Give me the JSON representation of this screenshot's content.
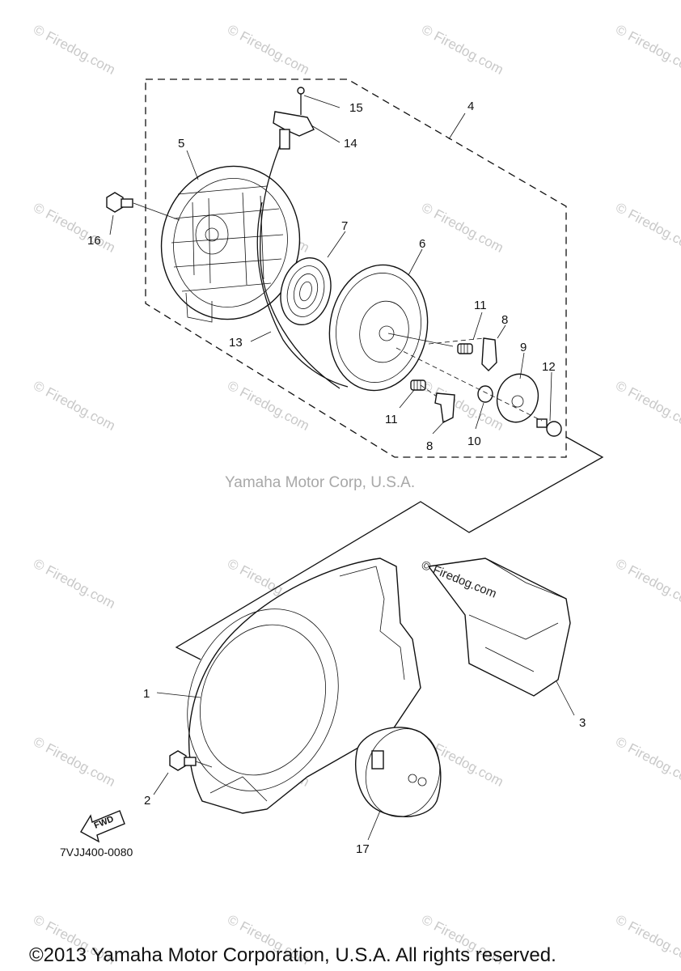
{
  "callouts": [
    {
      "id": "1",
      "label": "1"
    },
    {
      "id": "2",
      "label": "2"
    },
    {
      "id": "3",
      "label": "3"
    },
    {
      "id": "4",
      "label": "4"
    },
    {
      "id": "5",
      "label": "5"
    },
    {
      "id": "6",
      "label": "6"
    },
    {
      "id": "7",
      "label": "7"
    },
    {
      "id": "8a",
      "label": "8"
    },
    {
      "id": "8b",
      "label": "8"
    },
    {
      "id": "9",
      "label": "9"
    },
    {
      "id": "10",
      "label": "10"
    },
    {
      "id": "11a",
      "label": "11"
    },
    {
      "id": "11b",
      "label": "11"
    },
    {
      "id": "12",
      "label": "12"
    },
    {
      "id": "13",
      "label": "13"
    },
    {
      "id": "14",
      "label": "14"
    },
    {
      "id": "15",
      "label": "15"
    },
    {
      "id": "16",
      "label": "16"
    },
    {
      "id": "17",
      "label": "17"
    }
  ],
  "center_watermark": "Yamaha Motor Corp, U.S.A.",
  "part_watermark": "© Firedog.com",
  "diagram_code": "7VJJ400-0080",
  "fwd_label": "FWD",
  "background_watermark": "© Firedog.com",
  "copyright": "©2013 Yamaha Motor Corporation, U.S.A. All rights reserved."
}
